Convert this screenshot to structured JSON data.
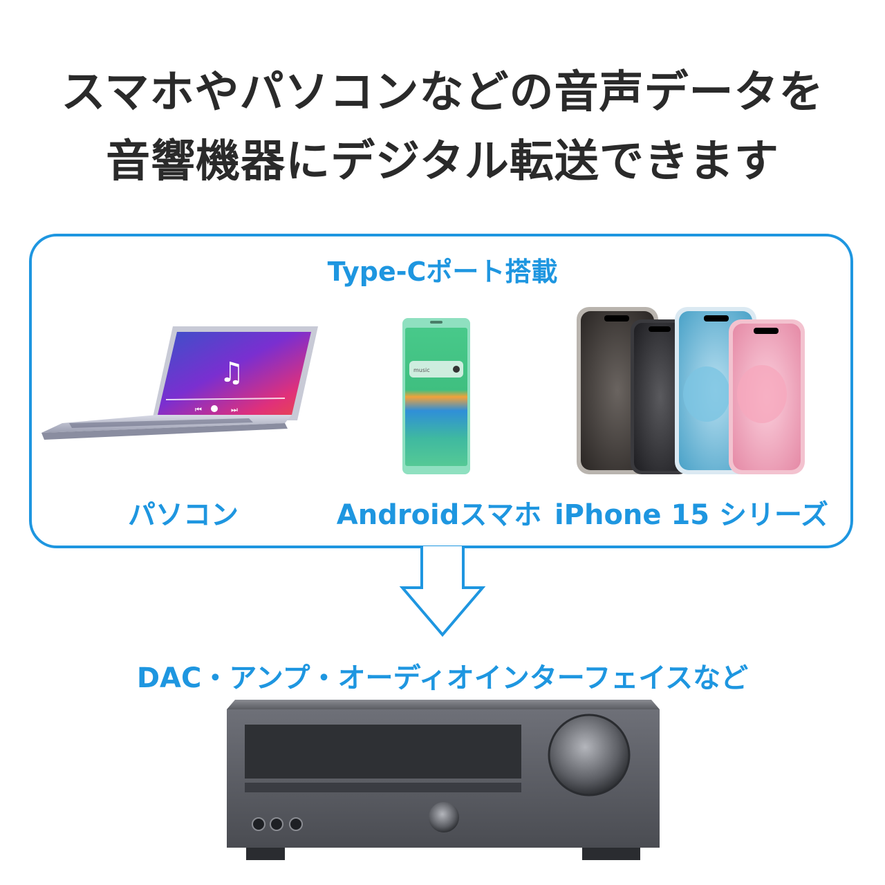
{
  "headline": {
    "line1": "スマホやパソコンなどの音声データを",
    "line2": "音響機器にデジタル転送できます"
  },
  "source_panel": {
    "title": "Type-Cポート搭載",
    "devices": [
      {
        "label": "パソコン",
        "icon": "laptop-icon"
      },
      {
        "label": "Androidスマホ",
        "icon": "android-phone-icon",
        "screen_text": "music"
      },
      {
        "label": "iPhone 15 シリーズ",
        "icon": "iphone-group-icon"
      }
    ]
  },
  "arrow": {
    "icon": "down-arrow-icon"
  },
  "target": {
    "label": "DAC・アンプ・オーディオインターフェイスなど",
    "icon": "audio-amplifier-icon"
  },
  "colors": {
    "accent": "#1e96e0",
    "headline": "#2a2a2a"
  }
}
